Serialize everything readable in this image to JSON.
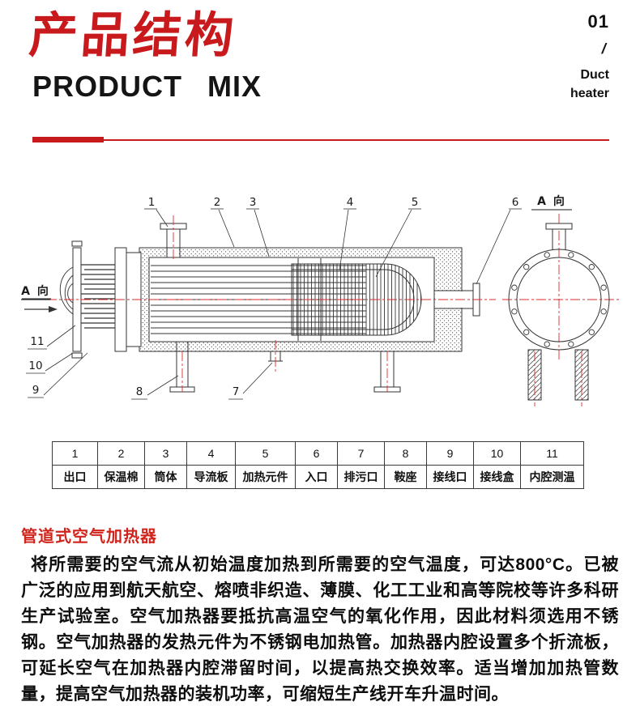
{
  "colors": {
    "accent": "#c8191c",
    "centerline": "#e02b2b"
  },
  "header": {
    "title_cn": "产品结构",
    "title_en": "PRODUCT MIX",
    "page_number": "01",
    "slash": "/",
    "category_line1": "Duct",
    "category_line2": "heater"
  },
  "diagram": {
    "view_label": "A 向",
    "callouts": [
      "1",
      "2",
      "3",
      "4",
      "5",
      "6",
      "7",
      "8",
      "9",
      "10",
      "11"
    ]
  },
  "table": {
    "numbers": [
      "1",
      "2",
      "3",
      "4",
      "5",
      "6",
      "7",
      "8",
      "9",
      "10",
      "11"
    ],
    "labels": [
      "出口",
      "保温棉",
      "筒体",
      "导流板",
      "加热元件",
      "入口",
      "排污口",
      "鞍座",
      "接线口",
      "接线盒",
      "内腔测温"
    ]
  },
  "content": {
    "heading": "管道式空气加热器",
    "paragraph": "将所需要的空气流从初始温度加热到所需要的空气温度，可达800°C。已被广泛的应用到航天航空、熔喷非织造、薄膜、化工工业和高等院校等许多科研生产试验室。空气加热器要抵抗高温空气的氧化作用，因此材料须选用不锈钢。空气加热器的发热元件为不锈钢电加热管。加热器内腔设置多个折流板，可延长空气在加热器内腔滞留时间，以提高热交换效率。适当增加加热管数量，提高空气加热器的装机功率，可缩短生产线开车升温时间。"
  }
}
